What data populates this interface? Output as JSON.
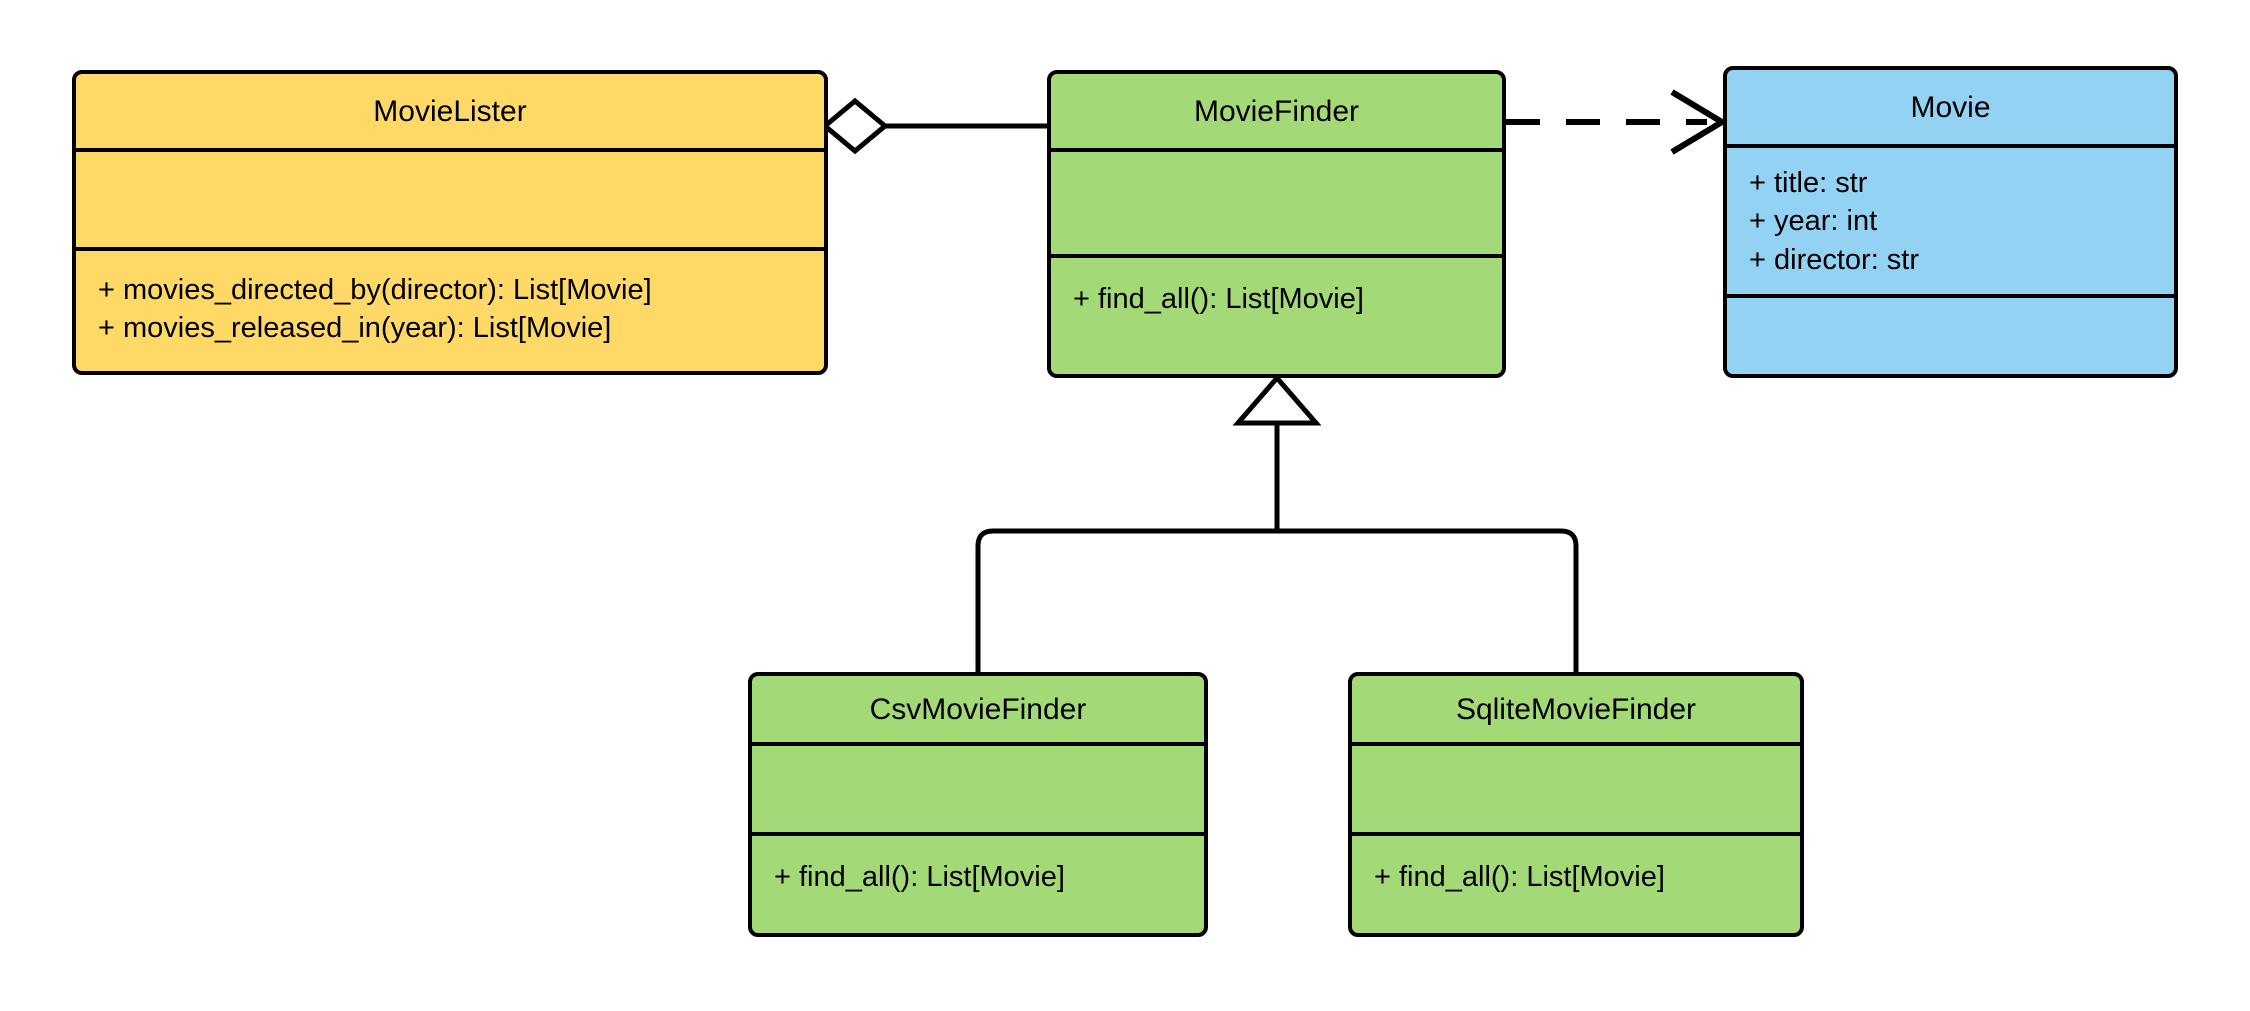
{
  "diagram": {
    "type": "uml-class-diagram",
    "title": "Movie finder dependency-injection class diagram",
    "background": "#ffffff",
    "stroke": "#000000",
    "palette": {
      "yellow": "#FFD966",
      "green": "#A3D977",
      "blue": "#93D2F3",
      "white": "#FFFFFF"
    }
  },
  "classes": [
    {
      "id": "movie-lister",
      "name": "MovieLister",
      "fill": "#FFD966",
      "attributes": [],
      "methods": [
        "+ movies_directed_by(director): List[Movie]",
        "+ movies_released_in(year): List[Movie]"
      ]
    },
    {
      "id": "movie-finder",
      "name": "MovieFinder",
      "fill": "#A3D977",
      "attributes": [],
      "methods": [
        "+ find_all(): List[Movie]"
      ]
    },
    {
      "id": "movie",
      "name": "Movie",
      "fill": "#93D2F3",
      "attributes": [
        "+ title: str",
        "+ year: int",
        "+ director: str"
      ],
      "methods": []
    },
    {
      "id": "csv-movie-finder",
      "name": "CsvMovieFinder",
      "fill": "#A3D977",
      "attributes": [],
      "methods": [
        "+ find_all(): List[Movie]"
      ]
    },
    {
      "id": "sqlite-movie-finder",
      "name": "SqliteMovieFinder",
      "fill": "#A3D977",
      "attributes": [],
      "methods": [
        "+ find_all(): List[Movie]"
      ]
    }
  ],
  "relationships": [
    {
      "id": "lister-aggregates-finder",
      "kind": "aggregation",
      "from": "movie-lister",
      "to": "movie-finder",
      "marker": "hollow-diamond",
      "line": "solid"
    },
    {
      "id": "finder-depends-movie",
      "kind": "dependency",
      "from": "movie-finder",
      "to": "movie",
      "marker": "open-arrow",
      "line": "dashed"
    },
    {
      "id": "csv-inherits-finder",
      "kind": "generalization",
      "from": "csv-movie-finder",
      "to": "movie-finder",
      "marker": "hollow-triangle",
      "line": "solid"
    },
    {
      "id": "sqlite-inherits-finder",
      "kind": "generalization",
      "from": "sqlite-movie-finder",
      "to": "movie-finder",
      "marker": "hollow-triangle",
      "line": "solid"
    }
  ]
}
